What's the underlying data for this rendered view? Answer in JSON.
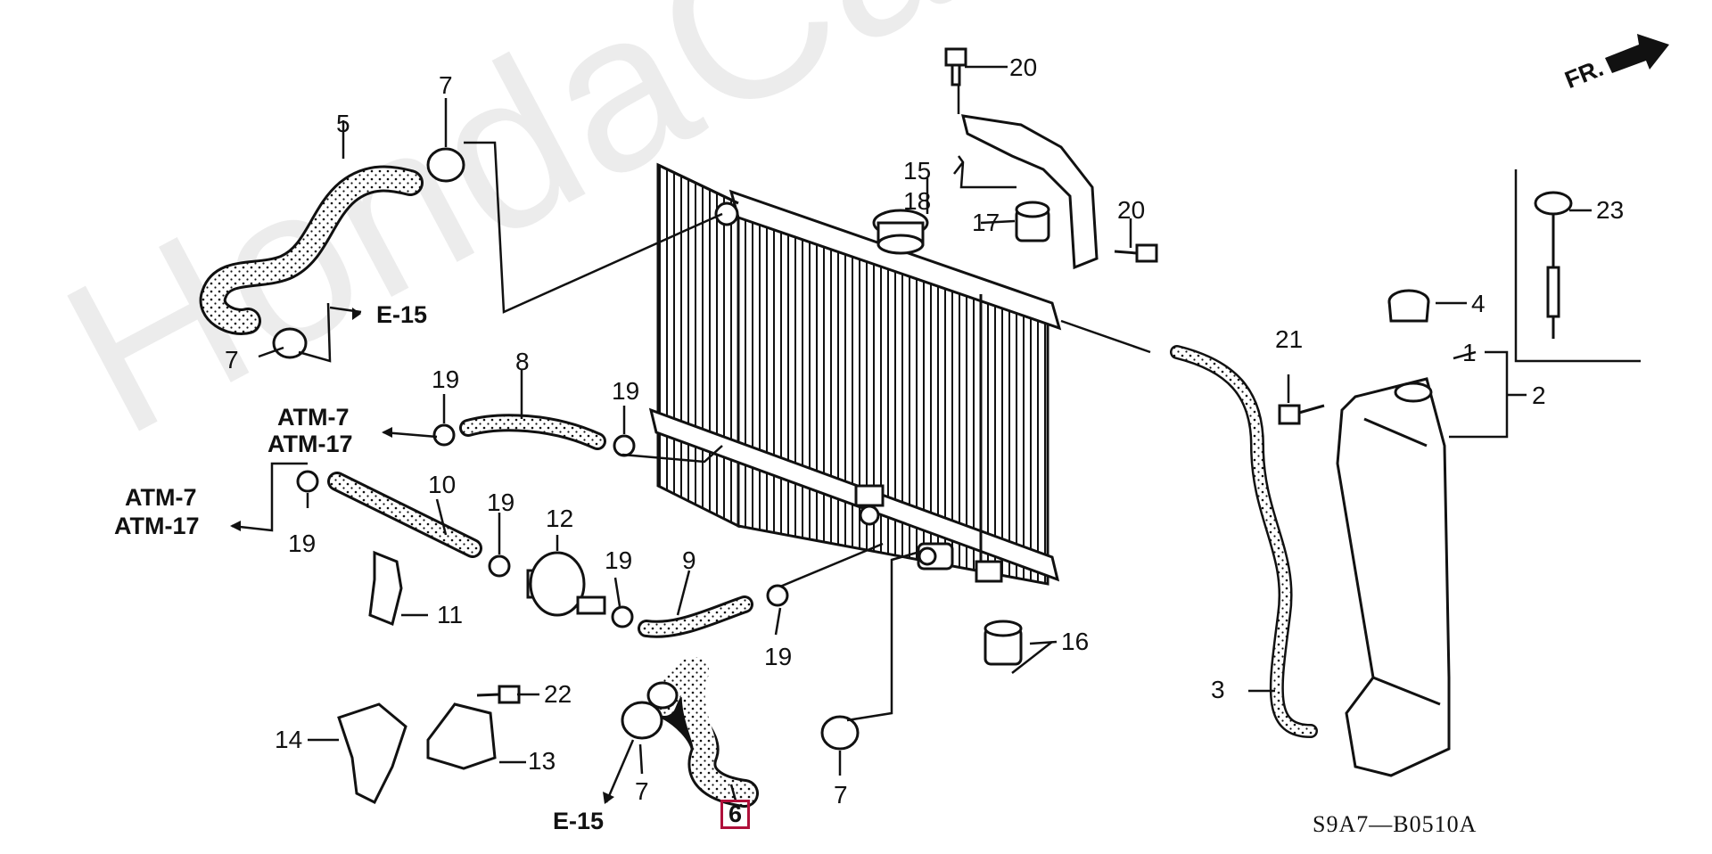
{
  "watermark": "HondaCarWine.ru",
  "diagram_code": "S9A7—B0510A",
  "fr_label": "FR.",
  "part_numbers": {
    "p1": "1",
    "p2": "2",
    "p3": "3",
    "p4": "4",
    "p5": "5",
    "p6": "6",
    "p7a": "7",
    "p7b": "7",
    "p7c": "7",
    "p7d": "7",
    "p8": "8",
    "p9": "9",
    "p10": "10",
    "p11": "11",
    "p12": "12",
    "p13": "13",
    "p14": "14",
    "p15": "15",
    "p16": "16",
    "p17": "17",
    "p18": "18",
    "p19a": "19",
    "p19b": "19",
    "p19c": "19",
    "p19d": "19",
    "p19e": "19",
    "p20a": "20",
    "p20b": "20",
    "p21": "21",
    "p22": "22",
    "p23": "23"
  },
  "references": {
    "e15_top": "E-15",
    "e15_bottom": "E-15",
    "atm7_a": "ATM-7",
    "atm17_a": "ATM-17",
    "atm7_b": "ATM-7",
    "atm17_b": "ATM-17"
  },
  "highlighted_part": "6",
  "colors": {
    "line": "#111111",
    "highlight": "#b0103a",
    "watermark": "#ececec"
  }
}
